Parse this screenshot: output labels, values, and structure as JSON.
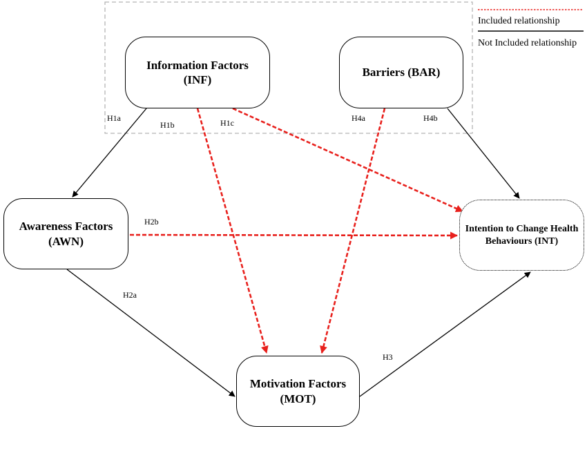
{
  "legend": {
    "included": "Included relationship",
    "not_included": "Not Included relationship"
  },
  "colors": {
    "included": "#e8201c",
    "not_included": "#000000",
    "group_box": "#b3b3b3"
  },
  "nodes": {
    "inf": {
      "line1": "Information Factors",
      "line2": "(INF)"
    },
    "bar": {
      "line1": "Barriers (BAR)"
    },
    "awn": {
      "line1": "Awareness Factors",
      "line2": "(AWN)"
    },
    "int": {
      "line1": "Intention to Change Health",
      "line2": "Behaviours (INT)"
    },
    "mot": {
      "line1": "Motivation Factors",
      "line2": "(MOT)"
    }
  },
  "edges": [
    {
      "label": "H1a",
      "from": "INF",
      "to": "AWN",
      "style": "solid"
    },
    {
      "label": "H1b",
      "from": "INF",
      "to": "MOT",
      "style": "dashed-red"
    },
    {
      "label": "H1c",
      "from": "INF",
      "to": "INT",
      "style": "dashed-red"
    },
    {
      "label": "H2a",
      "from": "AWN",
      "to": "MOT",
      "style": "solid"
    },
    {
      "label": "H2b",
      "from": "AWN",
      "to": "INT",
      "style": "dashed-red"
    },
    {
      "label": "H3",
      "from": "MOT",
      "to": "INT",
      "style": "solid"
    },
    {
      "label": "H4a",
      "from": "BAR",
      "to": "MOT",
      "style": "dashed-red"
    },
    {
      "label": "H4b",
      "from": "BAR",
      "to": "INT",
      "style": "solid"
    }
  ]
}
